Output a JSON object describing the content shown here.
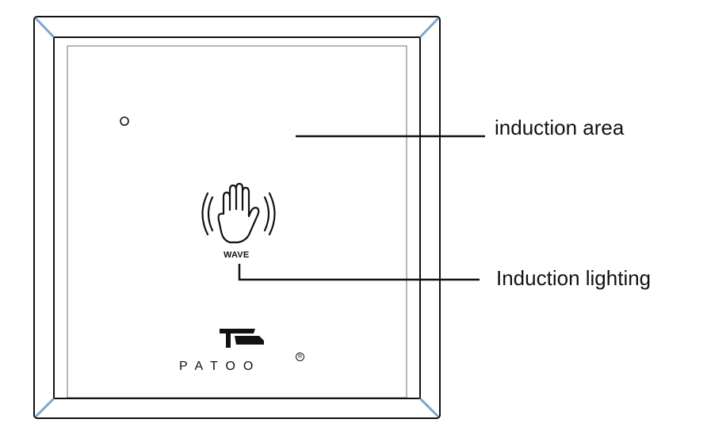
{
  "callouts": {
    "induction_area": "induction area",
    "induction_lighting": "Induction lighting"
  },
  "panel": {
    "wave_label": "WAVE",
    "brand_name": "PATOO",
    "registered_mark": "R"
  },
  "colors": {
    "outline": "#111111",
    "corner_accent": "#7aa6cf",
    "background": "#ffffff"
  },
  "icons": [
    "indicator-dot-icon",
    "hand-wave-icon",
    "patoo-logo-icon"
  ]
}
